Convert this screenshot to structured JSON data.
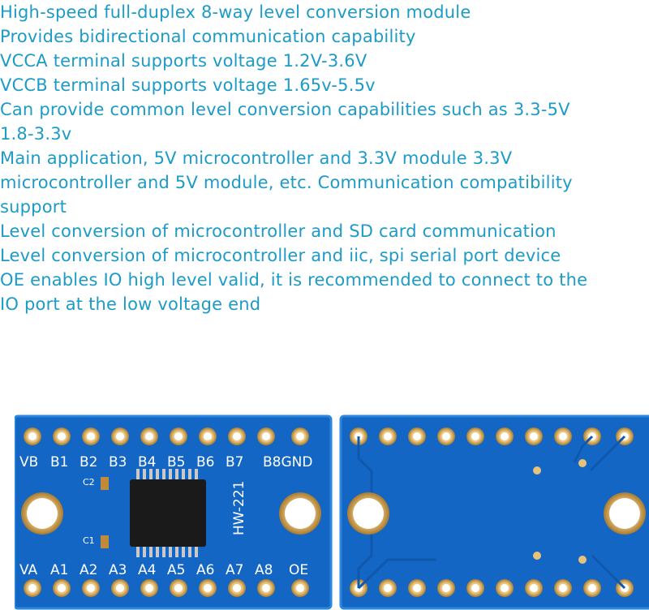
{
  "description": {
    "lines": [
      "High-speed full-duplex 8-way level conversion module",
      "Provides bidirectional communication capability",
      "VCCA terminal supports voltage 1.2V-3.6V",
      "VCCB terminal supports voltage 1.65v-5.5v",
      "Can provide common level conversion capabilities such as 3.3-5V",
      "1.8-3.3v",
      "Main application, 5V microcontroller and 3.3V module 3.3V",
      "microcontroller and 5V module, etc. Communication compatibility",
      "support",
      "Level conversion of microcontroller and SD card communication",
      "Level conversion of microcontroller and iic, spi serial port device",
      "OE enables IO high level valid, it is recommended to connect to the",
      "IO port at the low voltage end"
    ]
  },
  "board_front": {
    "top_pins": [
      "VB",
      "B1",
      "B2",
      "B3",
      "B4",
      "B5",
      "B6",
      "B7",
      "B8GND"
    ],
    "bottom_pins": [
      "VA",
      "A1",
      "A2",
      "A3",
      "A4",
      "A5",
      "A6",
      "A7",
      "A8",
      "OE"
    ],
    "cap_top": "C2",
    "cap_bottom": "C1",
    "model": "HW-221"
  },
  "colors": {
    "text": "#1d9bc7",
    "pcb": "#1466c4",
    "pcb_edge": "#2b86e0",
    "pad": "#e7c27a",
    "chip": "#1a1a1a"
  }
}
